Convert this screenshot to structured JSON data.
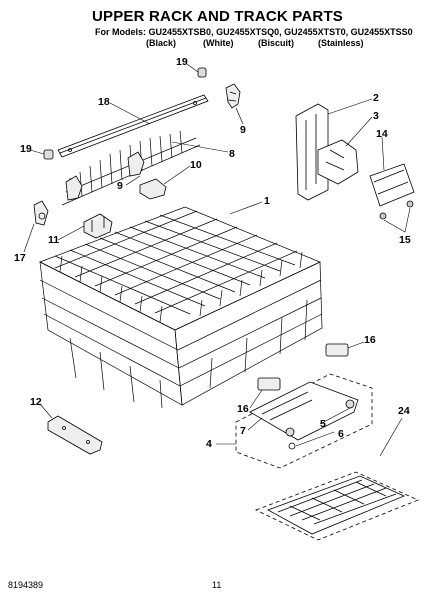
{
  "header": {
    "title": "UPPER RACK AND TRACK PARTS",
    "models_prefix": "For Models:",
    "models": [
      "GU2455XTSB0",
      "GU2455XTSQ0",
      "GU2455XTST0",
      "GU2455XTSS0"
    ],
    "colors": [
      "(Black)",
      "(White)",
      "(Biscuit)",
      "(Stainless)"
    ]
  },
  "callouts": [
    "19",
    "18",
    "9",
    "2",
    "3",
    "14",
    "19",
    "8",
    "10",
    "9",
    "1",
    "15",
    "11",
    "17",
    "16",
    "12",
    "16",
    "7",
    "5",
    "6",
    "4",
    "24"
  ],
  "footer": {
    "doc_number": "8194389",
    "page_number": "11"
  }
}
